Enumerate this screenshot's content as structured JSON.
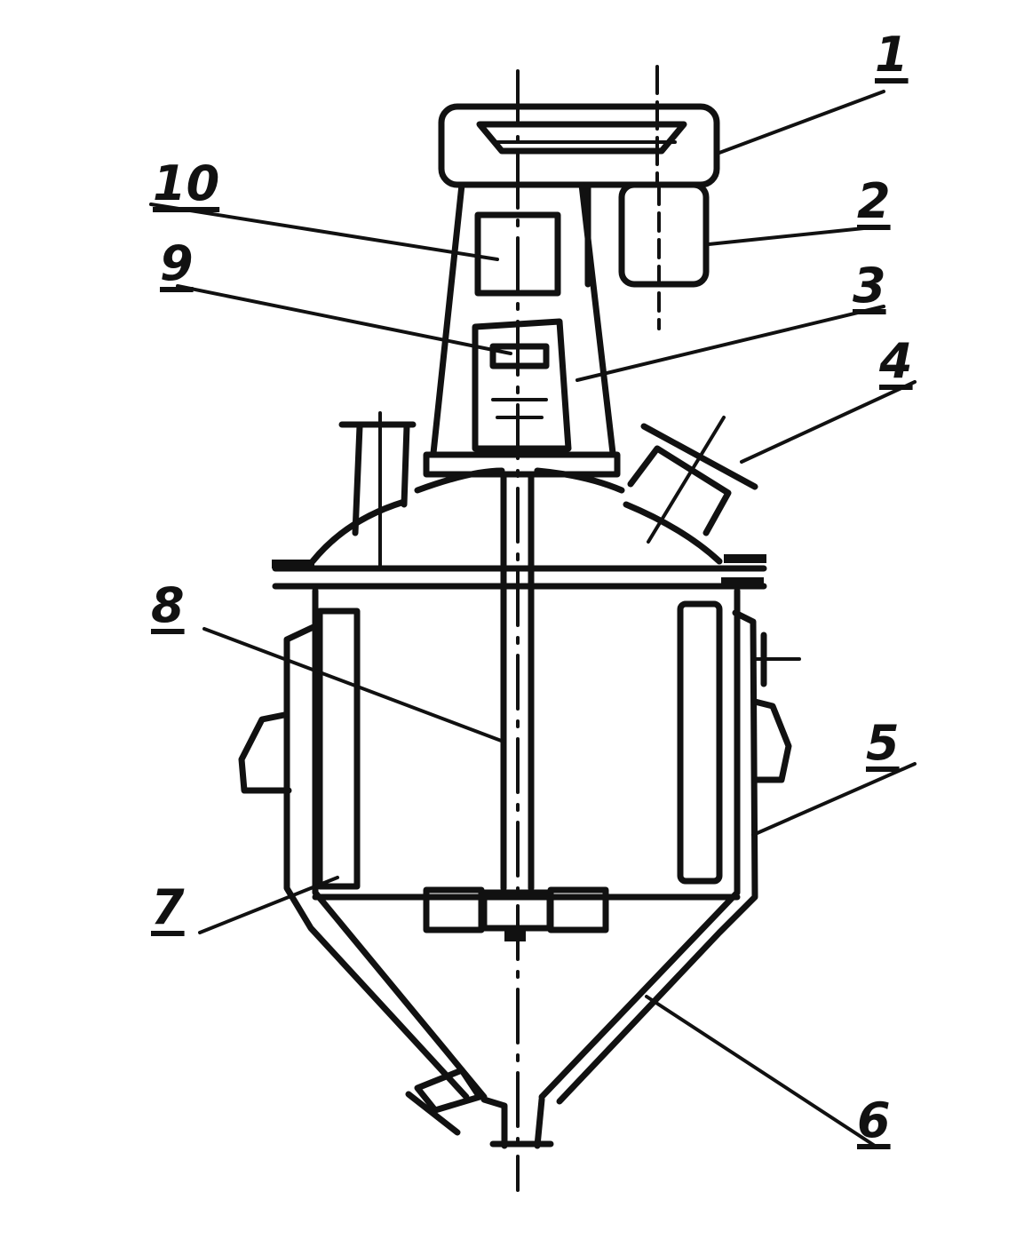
{
  "diagram": {
    "callouts": [
      {
        "id": "c1",
        "label": "1"
      },
      {
        "id": "c2",
        "label": "2"
      },
      {
        "id": "c3",
        "label": "3"
      },
      {
        "id": "c4",
        "label": "4"
      },
      {
        "id": "c5",
        "label": "5"
      },
      {
        "id": "c6",
        "label": "6"
      },
      {
        "id": "c7",
        "label": "7"
      },
      {
        "id": "c8",
        "label": "8"
      },
      {
        "id": "c9",
        "label": "9"
      },
      {
        "id": "c10",
        "label": "10"
      }
    ]
  },
  "colors": {
    "ink": "#111111",
    "paper": "#ffffff"
  }
}
